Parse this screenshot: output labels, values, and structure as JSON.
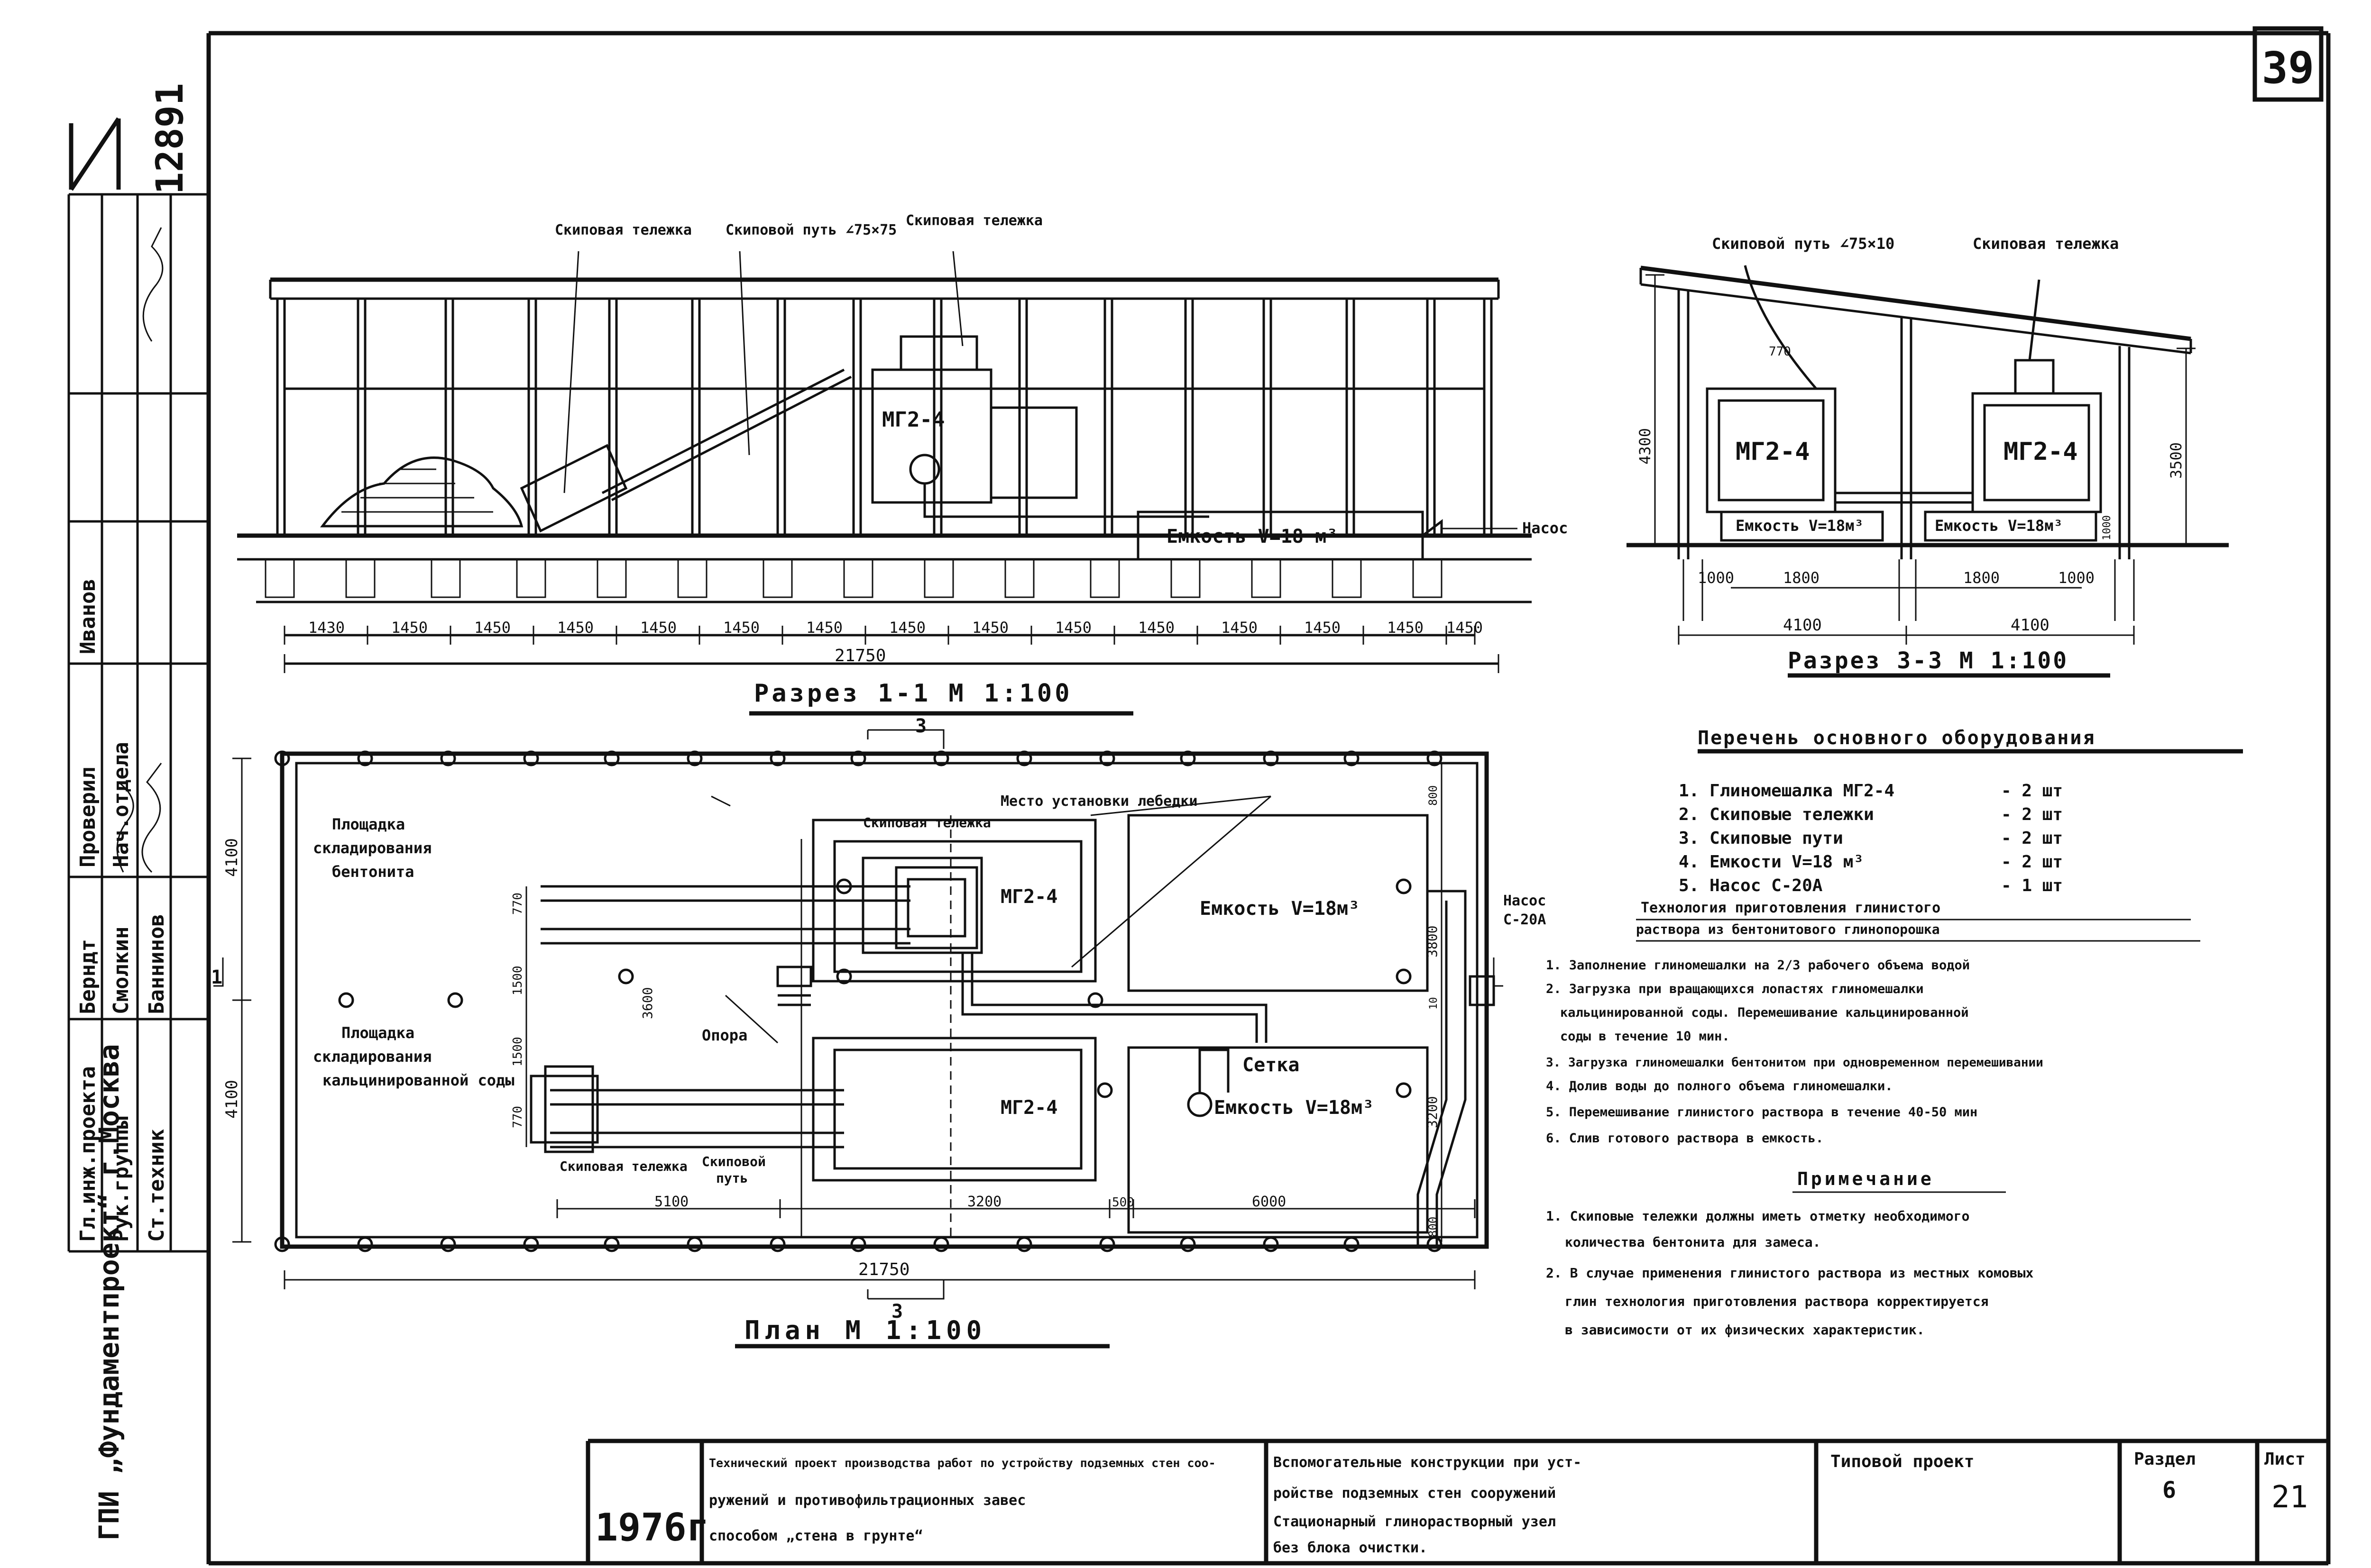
{
  "sheet_number": "39",
  "archive_number": "12891",
  "left_stamp": {
    "roles": [
      "Гл.инж.проекта",
      "Рук.группы",
      "Ст.техник",
      "Проверил",
      "Нач.отдела"
    ],
    "names": [
      "Берндт",
      "Смолкин",
      "Баннинов",
      "Иванов",
      ""
    ],
    "org": "ГПИ „Фундаментпроект“ г.Москва"
  },
  "section_1_1": {
    "title": "Разрез 1-1 М 1:100",
    "labels": {
      "skip_cart_1": "Скиповая тележка",
      "skip_track": "Скиповой путь ∠75×75",
      "skip_cart_2": "Скиповая тележка",
      "mixer": "МГ2-4",
      "tank": "Емкость V=18 м³",
      "pump": "Насос"
    },
    "spans": [
      "1430",
      "1450",
      "1450",
      "1450",
      "1450",
      "1450",
      "1450",
      "1450",
      "1450",
      "1450",
      "1450",
      "1450",
      "1450",
      "1450",
      "1450"
    ],
    "total": "21750"
  },
  "section_3_3": {
    "title": "Разрез 3-3 М 1:100",
    "labels": {
      "skip_track": "Скиповой путь ∠75×10",
      "skip_cart": "Скиповая тележка",
      "mixer_l": "МГ2-4",
      "mixer_r": "МГ2-4",
      "tank_l": "Емкость V=18м³",
      "tank_r": "Емкость V=18м³",
      "dim_770": "770"
    },
    "dims": {
      "h_left": "4300",
      "h_right": "3500",
      "d1": "1000",
      "d2": "1800",
      "d3": "1800",
      "d4": "1000",
      "w1": "4100",
      "w2": "4100",
      "small": "1000"
    }
  },
  "plan": {
    "title": "План М 1:100",
    "cut_mark": "3",
    "labels": {
      "area_bentonite": [
        "Площадка",
        "складирования",
        "бентонита"
      ],
      "area_soda": [
        "Площадка",
        "складирования",
        "кальцинированной соды"
      ],
      "winch": "Место установки лебедки",
      "skip_cart_top": "Скиповая тележка",
      "mixer_top": "МГ2-4",
      "mixer_bottom": "МГ2-4",
      "tank_top": "Емкость V=18м³",
      "tank_bottom": "Емкость V=18м³",
      "screen": "Сетка",
      "support": "Опора",
      "pump": [
        "Насос",
        "С-20А"
      ],
      "skip_cart_bottom": "Скиповая тележка",
      "skip_track_bottom": [
        "Скиповой",
        "путь"
      ],
      "section_mark": "1"
    },
    "dims": {
      "left_top": "4100",
      "left_bottom": "4100",
      "d770a": "770",
      "d1500": "1500",
      "d1500b": "1500",
      "d770b": "770",
      "d3600": "3600",
      "d3800": "3800",
      "d3200": "3200",
      "d800a": "800",
      "d800b": "800",
      "d10": "10",
      "b1": "5100",
      "b2": "3200",
      "b3": "500",
      "b4": "6000",
      "total": "21750"
    }
  },
  "equipment": {
    "title": "Перечень основного оборудования",
    "items": [
      {
        "name": "1. Глиномешалка МГ2-4",
        "qty": "- 2 шт"
      },
      {
        "name": "2. Скиповые тележки",
        "qty": "- 2 шт"
      },
      {
        "name": "3. Скиповые пути",
        "qty": "- 2 шт"
      },
      {
        "name": "4. Емкости V=18 м³",
        "qty": "- 2 шт"
      },
      {
        "name": "5. Насос С-20А",
        "qty": "- 1 шт"
      }
    ]
  },
  "technology": {
    "title": [
      "Технология приготовления глинистого",
      "раствора из бентонитового глинопорошка"
    ],
    "steps": [
      "1. Заполнение глиномешалки на 2/3 рабочего объема водой",
      "2. Загрузка при вращающихся лопастях глиномешалки",
      "кальцинированной соды.     Перемешивание кальцинированной",
      "соды в течение       10 мин.",
      "3. Загрузка глиномешалки бентонитом при одновременном перемешивании",
      "4. Долив воды до полного объема глиномешалки.",
      "5. Перемешивание глинистого раствора в течение 40-50 мин",
      "6. Слив готового раствора в емкость."
    ]
  },
  "notes": {
    "title": "Примечание",
    "lines": [
      "1. Скиповые тележки должны иметь отметку необходимого",
      "количества бентонита для замеса.",
      "2. В случае применения глинистого раствора из местных комовых",
      "глин технология приготовления раствора корректируется",
      "в зависимости от их физических характеристик."
    ]
  },
  "title_block": {
    "year": "1976г",
    "project": [
      "Технический проект производства работ по устройству подземных стен соо-",
      "ружений и противофильтрационных завес",
      "способом „стена в грунте“"
    ],
    "subject": [
      "Вспомогательные конструкции при уст-",
      "ройстве подземных стен сооружений",
      "Стационарный глинорастворный узел",
      "без блока очистки."
    ],
    "type_label": "Типовой проект",
    "section_label": "Раздел",
    "section_value": "6",
    "sheet_label": "Лист",
    "sheet_value": "21"
  }
}
